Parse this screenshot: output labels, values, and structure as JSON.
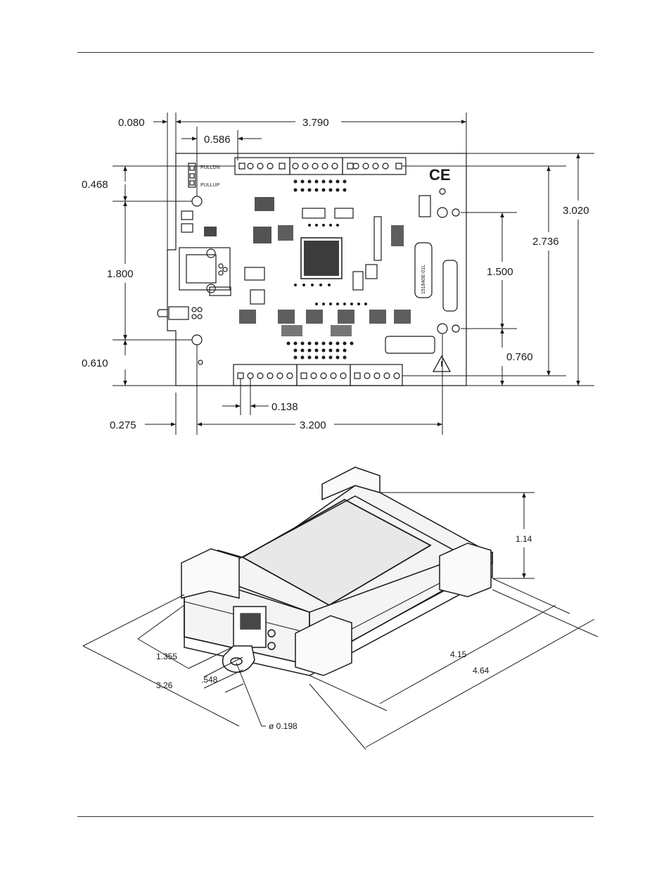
{
  "board_drawing": {
    "silkscreen": {
      "pulldn": "PULLDN",
      "pullup": "PULLUP",
      "part_number": "151840E-01L",
      "ce_mark": "CE"
    },
    "dimensions": {
      "left_edge_offset": "0.080",
      "board_width": "3.790",
      "connector_offset": "0.586",
      "top_hole_offset": "0.468",
      "left_hole_spacing": "1.800",
      "bottom_hole_offset": "0.610",
      "overall_height": "3.020",
      "hole_height": "2.736",
      "right_hole_spacing": "1.500",
      "right_bottom_offset": "0.760",
      "pin_pitch": "0.138",
      "left_hole_x": "0.275",
      "hole_span_x": "3.200"
    }
  },
  "enclosure_drawing": {
    "dimensions": {
      "height": "1.14",
      "inner_length": "4.15",
      "outer_length": "4.64",
      "width_inner": "1.355",
      "tab_offset": ".548",
      "width_outer": "3.26",
      "hole_diameter": "ø 0.198"
    }
  }
}
